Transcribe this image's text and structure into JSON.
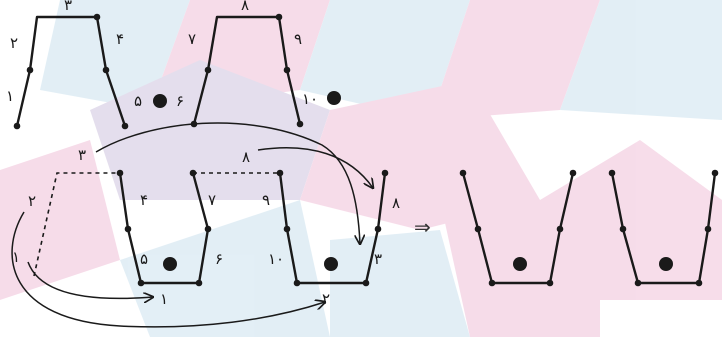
{
  "top_left_labels": [
    "۱",
    "۲",
    "۳",
    "۴",
    "۵",
    "۶"
  ],
  "top_right_labels": [
    "۷",
    "۸",
    "۹",
    "۱۰"
  ],
  "bottom_left_labels": [
    "۲",
    "۱",
    "۳",
    "۴",
    "۷",
    "۸",
    "۵",
    "۶",
    "۱"
  ],
  "bottom_right_labels": [
    "۹",
    "۸",
    "۱۰",
    "۳",
    "۲"
  ],
  "transform_symbol": "⇒",
  "colors": {
    "ink": "#1a1a1a",
    "bg_pink": "#d9649f",
    "bg_blue": "#7fb7d6",
    "bg_purple": "#8a6fb0"
  }
}
